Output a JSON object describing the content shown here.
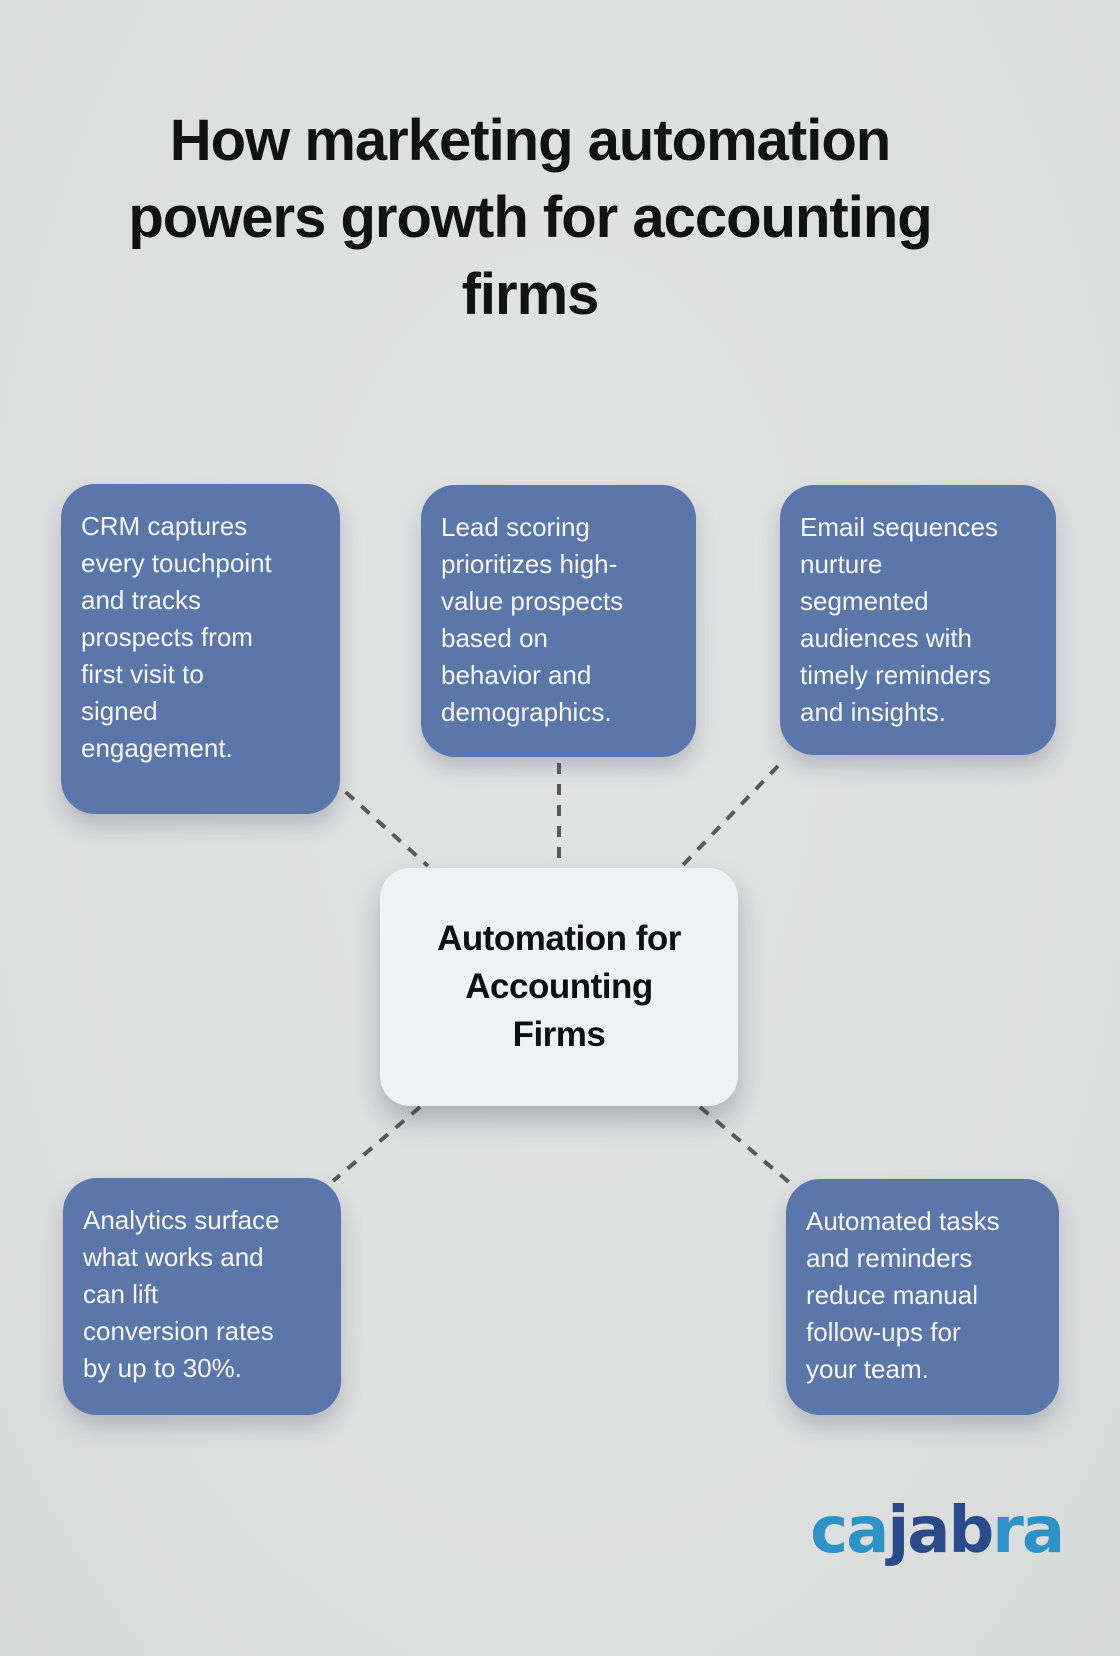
{
  "page": {
    "title": "How marketing automation\npowers growth for accounting\nfirms",
    "background_color": "#dfe0e0"
  },
  "center": {
    "label": "Automation for\nAccounting\nFirms",
    "bg_color": "#f0f1f2",
    "text_color": "#0f0f0f"
  },
  "nodes": [
    {
      "id": "crm",
      "text": "CRM captures\nevery touchpoint\nand tracks\nprospects from\nfirst visit to\nsigned\nengagement."
    },
    {
      "id": "lead-scoring",
      "text": "Lead scoring\nprioritizes high-\nvalue prospects\nbased on\nbehavior and\ndemographics."
    },
    {
      "id": "email-sequences",
      "text": "Email sequences\nnurture\nsegmented\naudiences with\ntimely reminders\nand insights."
    },
    {
      "id": "analytics",
      "text": "Analytics surface\nwhat works and\ncan lift\nconversion rates\nby up to 30%."
    },
    {
      "id": "automated-tasks",
      "text": "Automated tasks\nand reminders\nreduce manual\nfollow-ups for\nyour team."
    }
  ],
  "colors": {
    "node_bg": "#5b76a9",
    "node_text": "#f4f6f9",
    "connector": "#5a5a5a",
    "logo_light_blue": "#2d93c6",
    "logo_dark_blue": "#2a4a8c"
  },
  "logo": {
    "name": "cajabra",
    "segments": [
      {
        "text": "ca",
        "tone": "light"
      },
      {
        "text": "jab",
        "tone": "dark"
      },
      {
        "text": "ra",
        "tone": "light"
      }
    ]
  }
}
